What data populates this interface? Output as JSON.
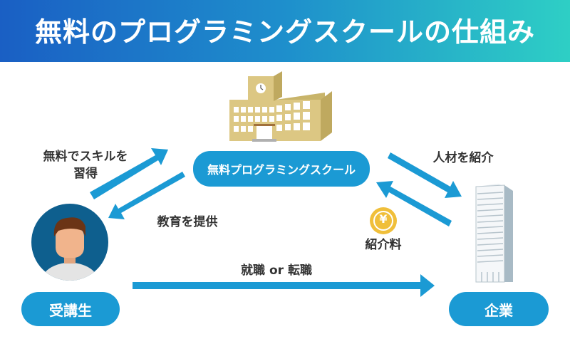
{
  "header": {
    "title": "無料のプログラミングスクールの仕組み"
  },
  "nodes": {
    "school": "無料プログラミングスクール",
    "student": "受講生",
    "company": "企業"
  },
  "labels": {
    "learn_skills_line1": "無料でスキルを",
    "learn_skills_line2": "習得",
    "provide_education": "教育を提供",
    "introduce_talent": "人材を紹介",
    "referral_fee": "紹介料",
    "job_change": "就職 or 転職"
  },
  "icons": {
    "yen_symbol": "¥"
  },
  "colors": {
    "accent": "#1b9ad4",
    "header_start": "#1a5fc4",
    "header_end": "#2ecfc5",
    "coin": "#f0bf3a",
    "school_building": "#d9c47e",
    "avatar_bg": "#0e5f8e"
  }
}
